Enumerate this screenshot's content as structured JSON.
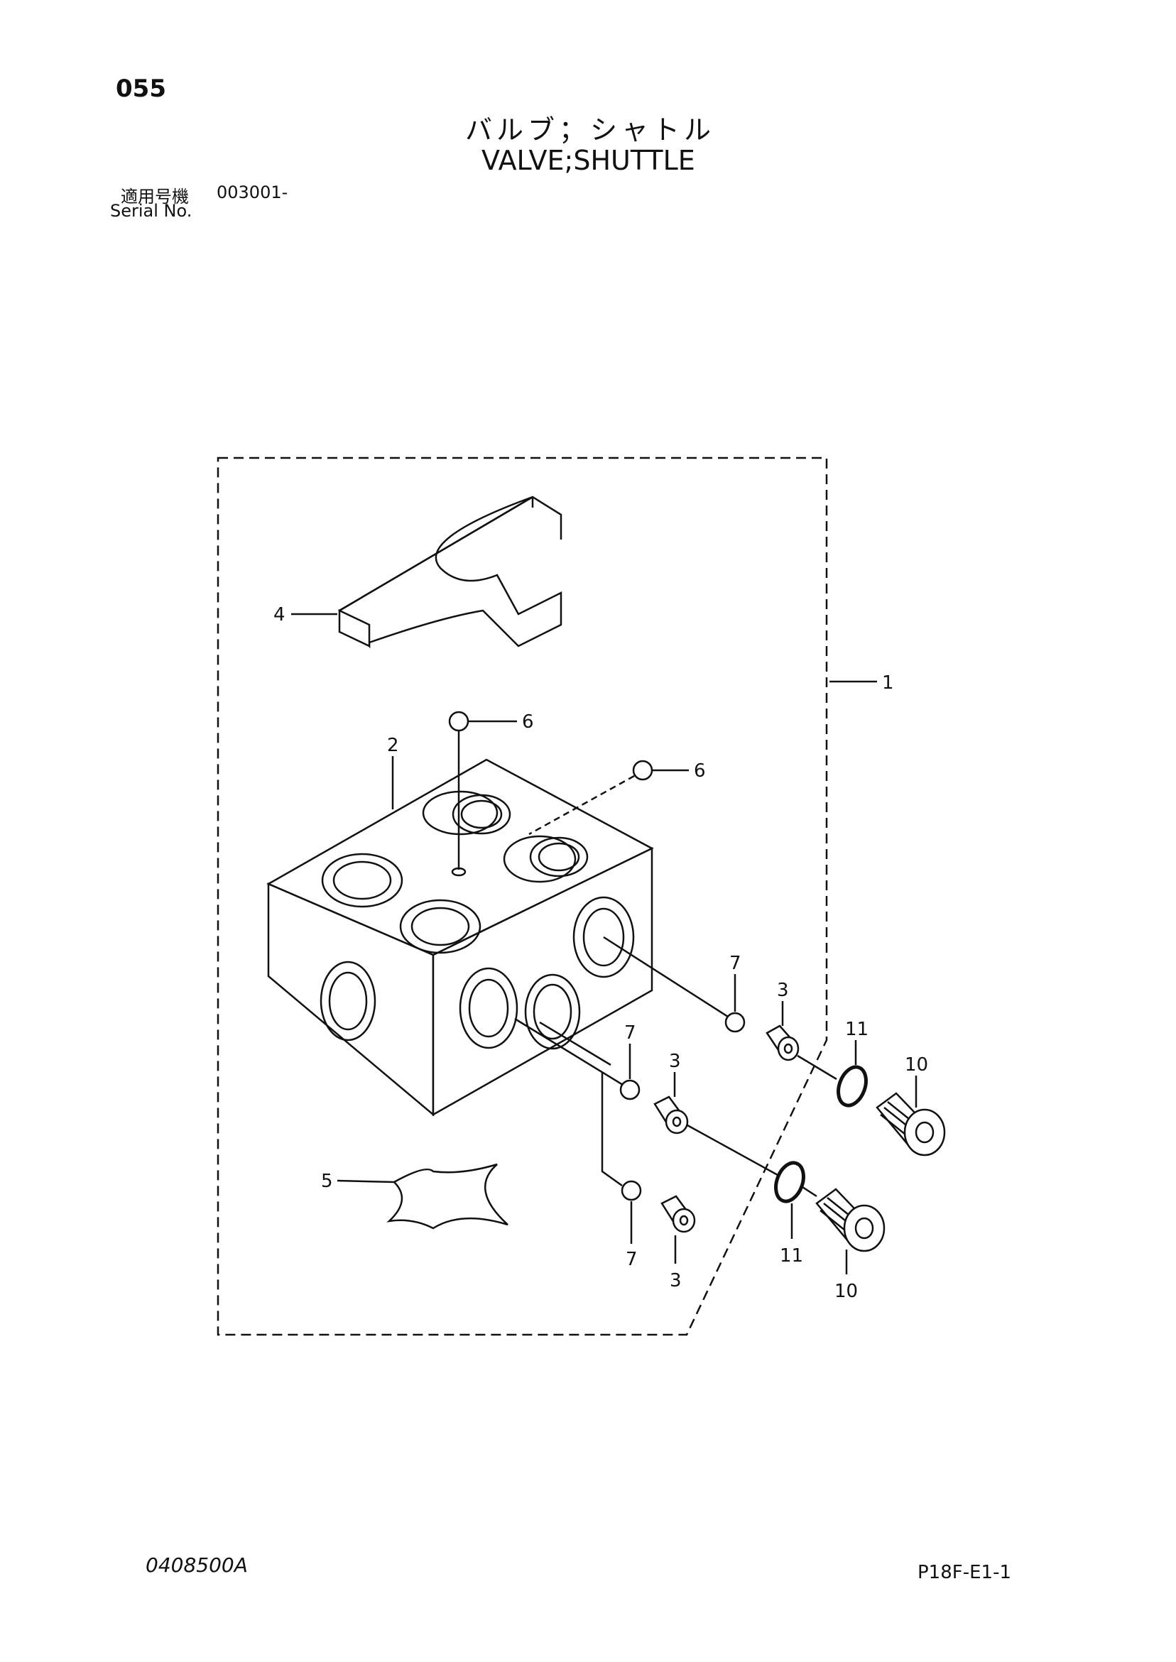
{
  "header": {
    "page_number": "055",
    "title_jp": "バルブ；シャトル",
    "title_en": "VALVE;SHUTTLE",
    "serial_label_jp": "適用号機",
    "serial_value": "003001-",
    "serial_label_en": "Serial No."
  },
  "diagram": {
    "callouts": {
      "c1": "1",
      "c2": "2",
      "c3a": "3",
      "c3b": "3",
      "c3c": "3",
      "c4": "4",
      "c5": "5",
      "c6a": "6",
      "c6b": "6",
      "c7a": "7",
      "c7b": "7",
      "c7c": "7",
      "c10a": "10",
      "c10b": "10",
      "c11a": "11",
      "c11b": "11"
    }
  },
  "footer": {
    "drawing_code": "0408500A",
    "sheet_ref": "P18F-E1-1"
  }
}
